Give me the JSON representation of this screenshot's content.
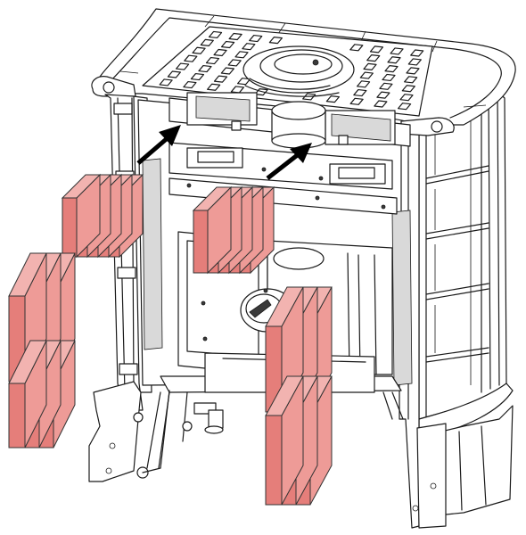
{
  "figure": {
    "kind": "exploded assembly drawing of a stove with refractory bricks",
    "colors": {
      "line": "#1a1a1a",
      "brick_front": "#e57e7a",
      "brick_side": "#ee9b97",
      "brick_top": "#f2b3b0",
      "arrow": "#000000",
      "background": "#ffffff"
    },
    "brick_groups": [
      {
        "name": "upper-left-brick-set",
        "count": 5
      },
      {
        "name": "upper-center-brick-set",
        "count": 5
      },
      {
        "name": "lower-left-back-brick-set",
        "count": 3
      },
      {
        "name": "lower-left-front-brick-set",
        "count": 3
      },
      {
        "name": "center-upper-brick-set",
        "count": 3
      },
      {
        "name": "center-lower-brick-set",
        "count": 3
      }
    ],
    "arrows": [
      {
        "name": "left-airflow-arrow",
        "direction": "up-right"
      },
      {
        "name": "center-airflow-arrow",
        "direction": "up-right"
      }
    ]
  }
}
